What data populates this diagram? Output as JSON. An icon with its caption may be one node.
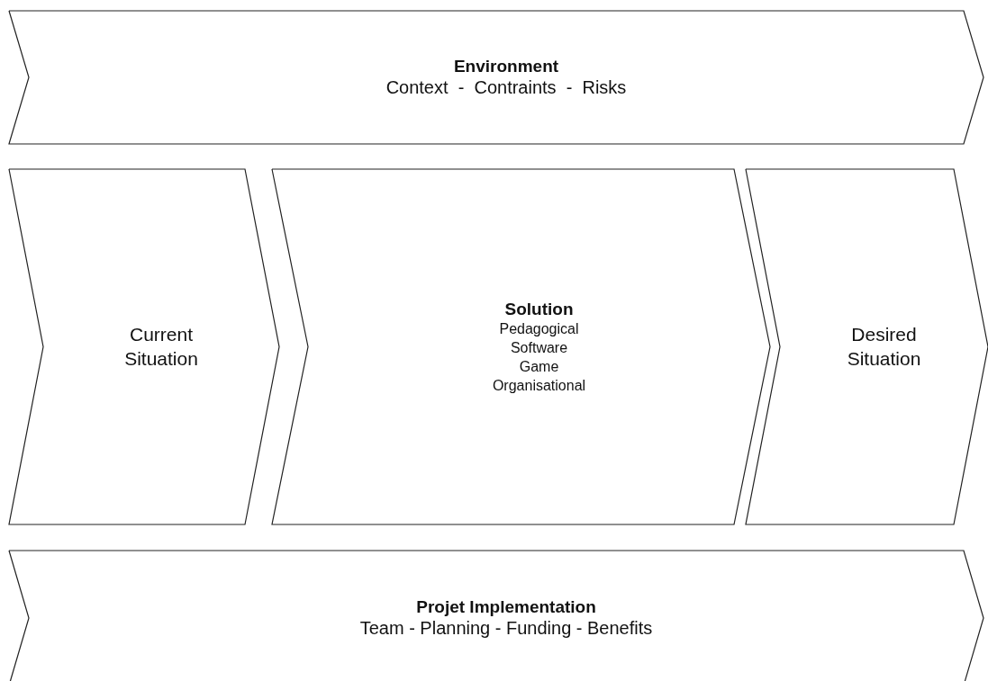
{
  "diagram": {
    "nodes": [
      {
        "text": [
          "Environment",
          "Context  -  Contraints  -  Risks"
        ]
      },
      {
        "text": [
          "Current Situation"
        ]
      },
      {
        "text": [
          "Solution",
          "Pedagogical",
          "Software",
          "Game",
          "Organisational"
        ]
      },
      {
        "text": [
          "Desired Situation"
        ]
      },
      {
        "text": [
          "Projet Implementation",
          "Team - Planning - Funding - Benefits"
        ]
      }
    ],
    "edges": []
  }
}
